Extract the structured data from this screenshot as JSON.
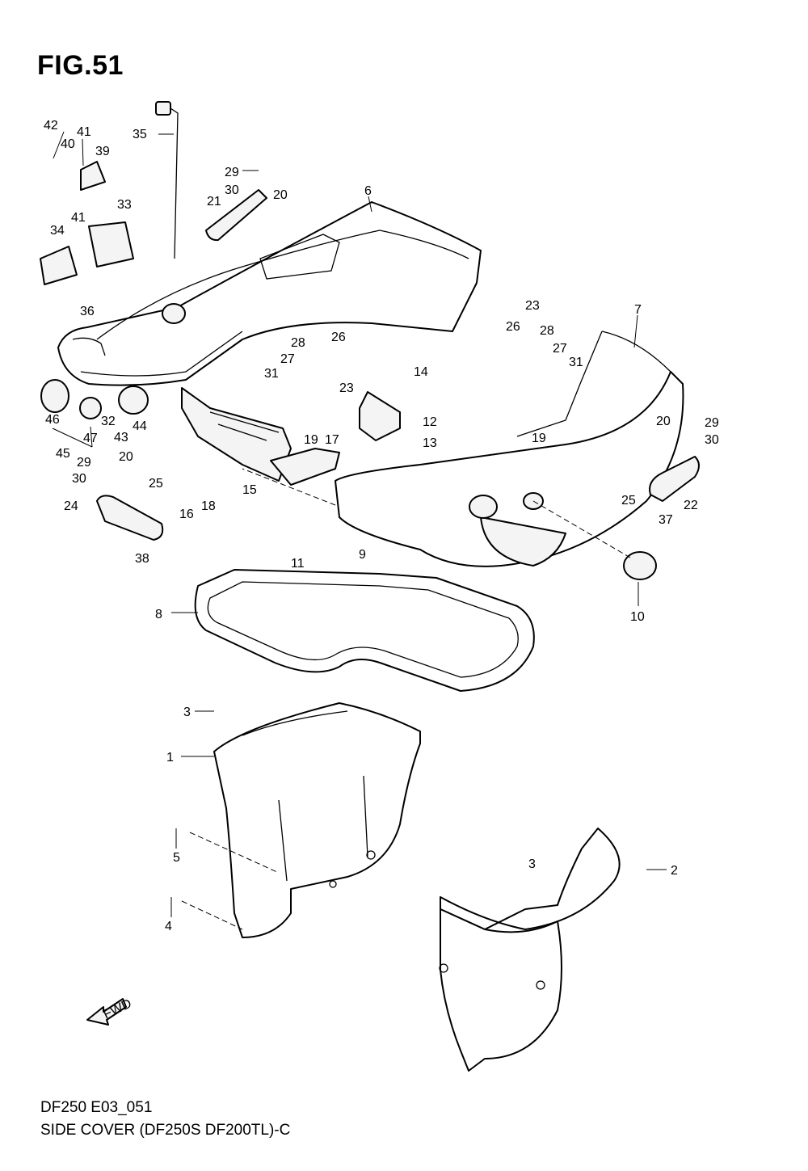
{
  "figure_title": "FIG.51",
  "footer": {
    "code": "DF250 E03_051",
    "title": "SIDE COVER (DF250S DF200TL)-C"
  },
  "fwd_label": "FWD",
  "callouts": [
    "1",
    "2",
    "3",
    "3",
    "4",
    "5",
    "6",
    "7",
    "8",
    "9",
    "10",
    "11",
    "12",
    "13",
    "14",
    "15",
    "16",
    "17",
    "18",
    "19",
    "19",
    "20",
    "20",
    "20",
    "20",
    "21",
    "22",
    "23",
    "23",
    "24",
    "25",
    "25",
    "26",
    "26",
    "27",
    "27",
    "28",
    "28",
    "29",
    "29",
    "29",
    "30",
    "30",
    "30",
    "31",
    "31",
    "32",
    "33",
    "34",
    "35",
    "36",
    "37",
    "38",
    "39",
    "40",
    "41",
    "41",
    "42",
    "43",
    "44",
    "45",
    "46",
    "47"
  ]
}
